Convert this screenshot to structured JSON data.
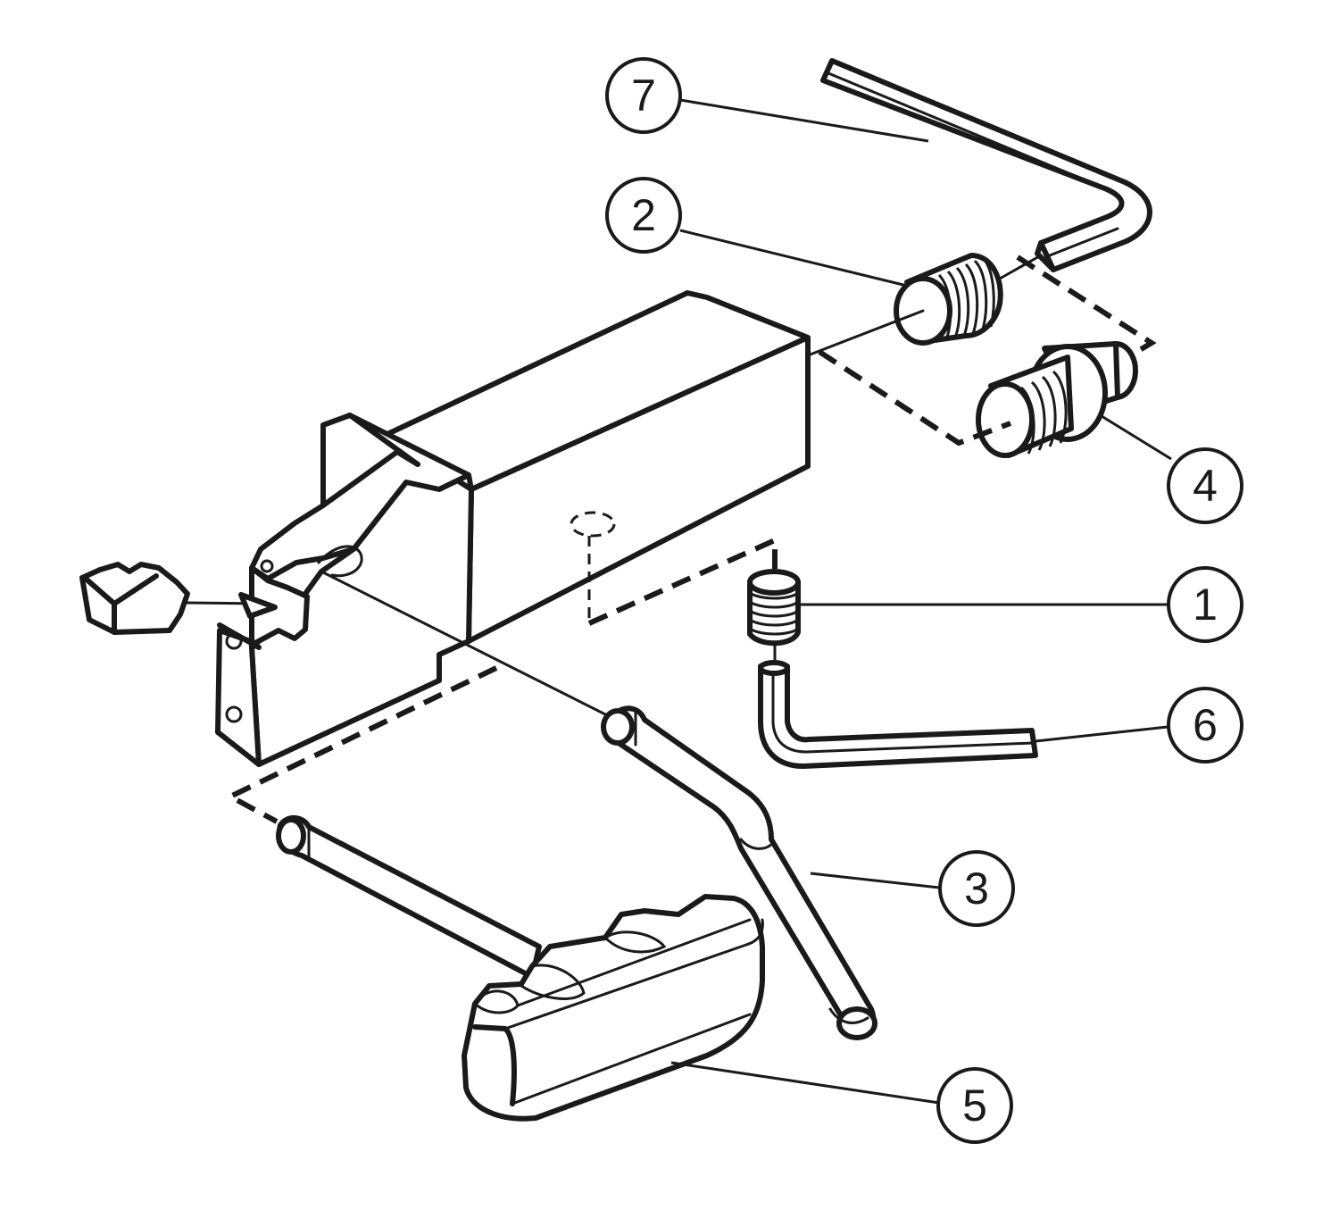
{
  "colors": {
    "ink": "#1a1a1a",
    "background": "#ffffff"
  },
  "callouts": [
    {
      "id": "1",
      "label": "1"
    },
    {
      "id": "2",
      "label": "2"
    },
    {
      "id": "3",
      "label": "3"
    },
    {
      "id": "4",
      "label": "4"
    },
    {
      "id": "5",
      "label": "5"
    },
    {
      "id": "6",
      "label": "6"
    },
    {
      "id": "7",
      "label": "7"
    }
  ]
}
